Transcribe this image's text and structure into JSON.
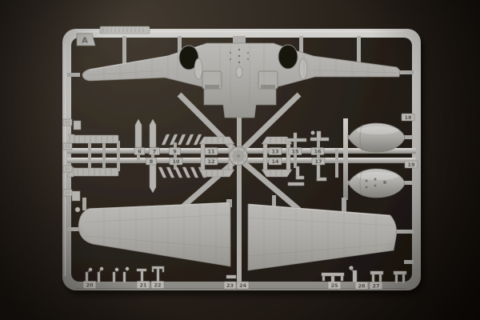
{
  "scene": {
    "subject": "photograph of a gray injection-molded model kit sprue with aircraft parts on a dark background",
    "background_color": "#2a231c",
    "plastic_color": "#b4b2ae",
    "shadow_color": "#0e0b08"
  },
  "sprue": {
    "letter": "A",
    "part_numbers": [
      "6",
      "7",
      "8",
      "9",
      "10",
      "11",
      "12",
      "13",
      "14",
      "15",
      "16",
      "17",
      "18",
      "19",
      "20",
      "21",
      "22",
      "23",
      "24",
      "25",
      "26",
      "27"
    ]
  }
}
